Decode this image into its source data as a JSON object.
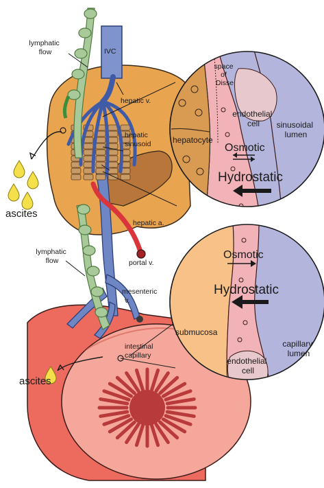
{
  "colors": {
    "liver": "#e9a450",
    "liver_edge": "#3a2a18",
    "vein": "#6f86c4",
    "vein_dark": "#2b3f7a",
    "artery": "#d9353a",
    "lymph": "#a8c99a",
    "lymph_dark": "#4f7a3e",
    "hepatocyte": "#d99a52",
    "endothelium": "#f2b3b8",
    "lumen": "#b3b5dd",
    "submucosa": "#f7c187",
    "intestine": "#ec6a5e",
    "intestine_light": "#f6a79b",
    "ascites": "#f3e04a",
    "sinusoid_band": "#c89a66"
  },
  "labels": {
    "ivc": "IVC",
    "lymphatic_flow_top": [
      "lymphatic",
      "flow"
    ],
    "hepatic_v": "hepatic v.",
    "hepatic_sinusoid": [
      "hepatic",
      "sinusoid"
    ],
    "ascites_top": "ascites",
    "hepatic_a": "hepatic a.",
    "portal_v": "portal v.",
    "lymphatic_flow_mid": [
      "lymphatic",
      "flow"
    ],
    "mesenteric_v": [
      "mesenteric",
      "v."
    ],
    "intestinal_capillary": [
      "intestinal",
      "capillary"
    ],
    "ascites_bottom": "ascites"
  },
  "inset_liver": {
    "space_of_disse": [
      "space",
      "of",
      "Disse"
    ],
    "endothelial_cell": [
      "endothelial",
      "cell"
    ],
    "hepatocyte": "hepatocyte",
    "sinusoidal_lumen": [
      "sinusoidal",
      "lumen"
    ],
    "osmotic": "Osmotic",
    "hydrostatic": "Hydrostatic"
  },
  "inset_intestine": {
    "osmotic": "Osmotic",
    "hydrostatic": "Hydrostatic",
    "submucosa": "submucosa",
    "capillary_lumen": [
      "capillary",
      "lumen"
    ],
    "endothelial_cell": [
      "endothelial",
      "cell"
    ]
  }
}
